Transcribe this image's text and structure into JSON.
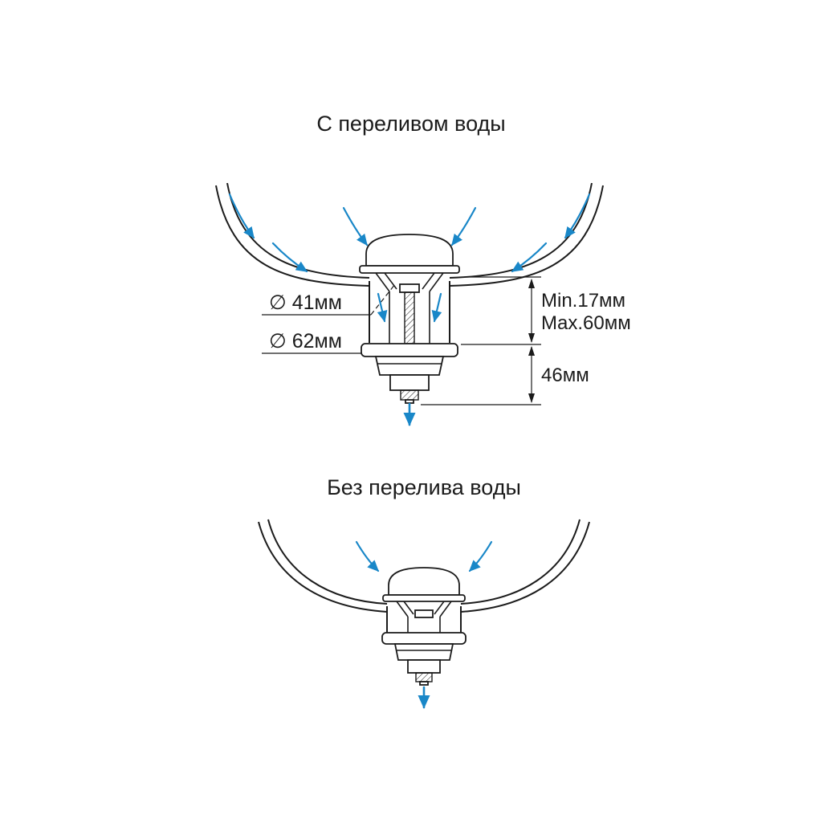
{
  "colors": {
    "line": "#1b1b1b",
    "arrow": "#1987c8",
    "background": "#ffffff"
  },
  "top_diagram": {
    "title": "С переливом воды",
    "dim_diameter_41": "∅ 41мм",
    "dim_diameter_62": "∅ 62мм",
    "dim_min": "Min.17мм",
    "dim_max": "Max.60мм",
    "dim_height": "46мм"
  },
  "bottom_diagram": {
    "title": "Без перелива воды"
  }
}
